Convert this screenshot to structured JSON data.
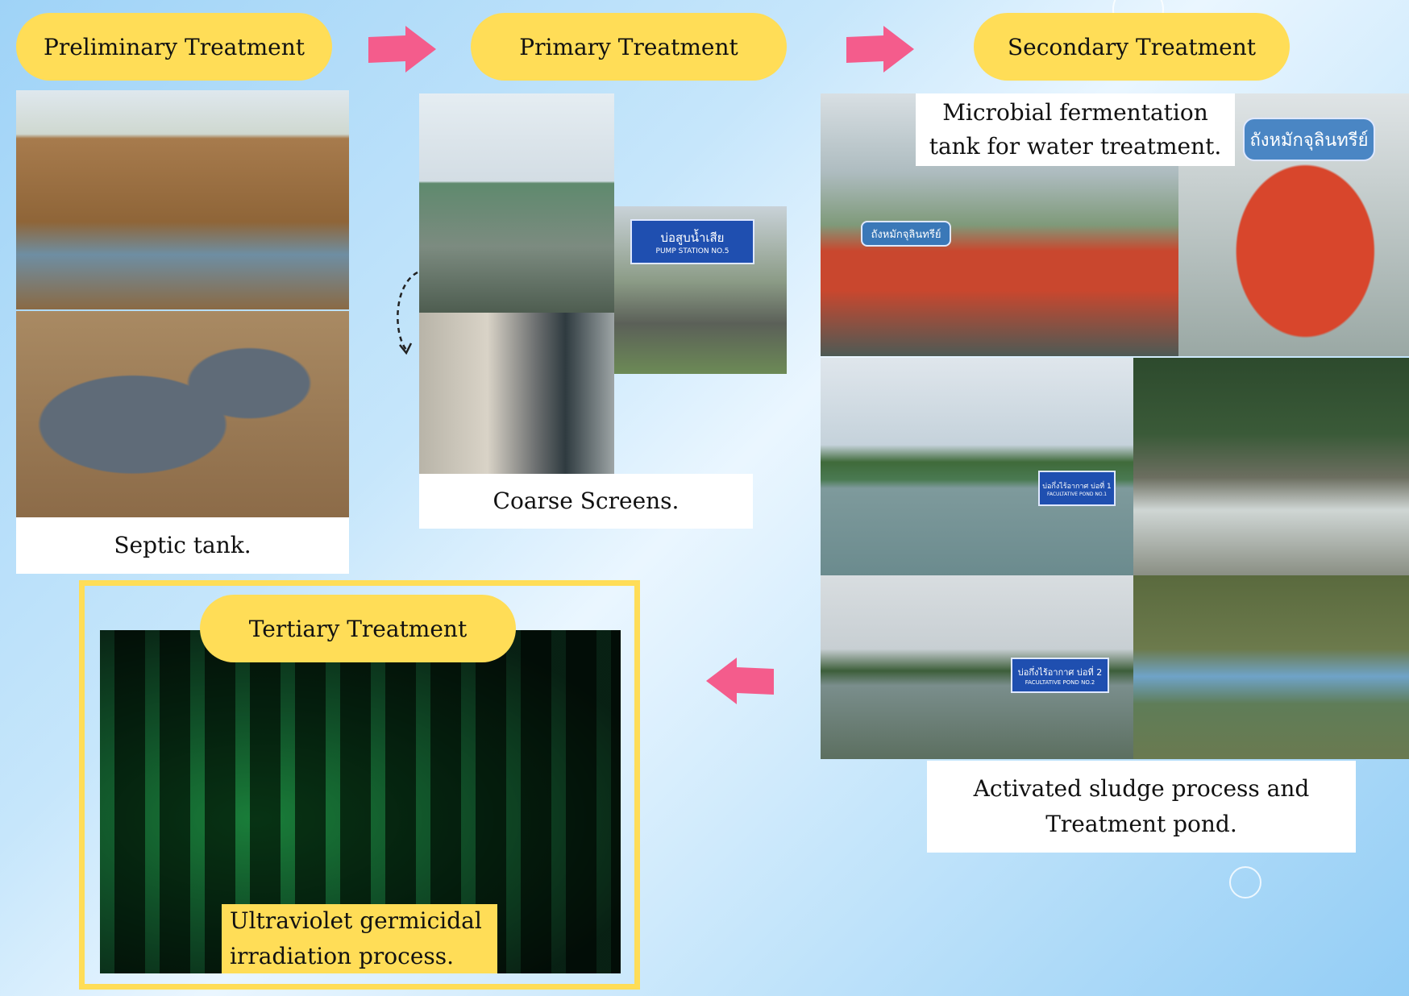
{
  "stages": {
    "preliminary": {
      "title": "Preliminary Treatment",
      "caption": "Septic tank."
    },
    "primary": {
      "title": "Primary Treatment",
      "caption": "Coarse Screens."
    },
    "secondary": {
      "title": "Secondary Treatment",
      "caption_top": "Microbial fermentation tank for water treatment.",
      "caption_bottom": "Activated sludge process and Treatment pond."
    },
    "tertiary": {
      "title": "Tertiary Treatment",
      "caption": "Ultraviolet germicidal irradiation process."
    }
  },
  "signs": {
    "pump_station": {
      "thai": "บ่อสูบน้ำเสีย",
      "english": "PUMP STATION NO.5"
    },
    "fermentation_tank": {
      "thai": "ถังหมักจุลินทรีย์"
    },
    "pond1": {
      "thai": "บ่อกึ่งไร้อากาศ บ่อที่ 1",
      "english": "FACULTATIVE POND NO.1"
    },
    "pond2": {
      "thai": "บ่อกึ่งไร้อากาศ บ่อที่ 2",
      "english": "FACULTATIVE POND NO.2"
    }
  },
  "colors": {
    "pill": "#ffdd57",
    "arrow": "#f45c8c",
    "frame": "#ffdd57"
  }
}
